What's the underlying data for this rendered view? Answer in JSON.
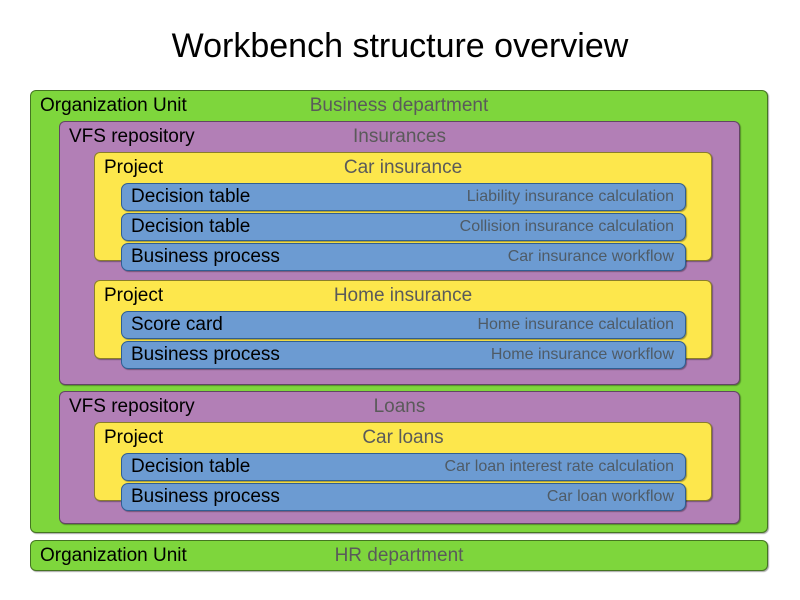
{
  "title": "Workbench structure overview",
  "colors": {
    "org_unit": "#7ed63c",
    "vfs_repository": "#b27fb6",
    "project": "#fde74c",
    "asset": "#6c9bd2",
    "background": "#ffffff",
    "title_text": "#000000",
    "name_text": "#5a5a5a"
  },
  "labels": {
    "org_unit": "Organization Unit",
    "vfs_repository": "VFS repository",
    "project": "Project",
    "decision_table": "Decision table",
    "business_process": "Business process",
    "score_card": "Score card"
  },
  "structure": {
    "business_department": {
      "type": "Organization Unit",
      "name": "Business department",
      "repositories": [
        {
          "type": "VFS repository",
          "name": "Insurances",
          "projects": [
            {
              "type": "Project",
              "name": "Car insurance",
              "assets": [
                {
                  "type": "Decision table",
                  "name": "Liability insurance calculation"
                },
                {
                  "type": "Decision table",
                  "name": "Collision insurance calculation"
                },
                {
                  "type": "Business process",
                  "name": "Car insurance workflow"
                }
              ]
            },
            {
              "type": "Project",
              "name": "Home insurance",
              "assets": [
                {
                  "type": "Score card",
                  "name": "Home insurance calculation"
                },
                {
                  "type": "Business process",
                  "name": "Home insurance workflow"
                }
              ]
            }
          ]
        },
        {
          "type": "VFS repository",
          "name": "Loans",
          "projects": [
            {
              "type": "Project",
              "name": "Car loans",
              "assets": [
                {
                  "type": "Decision table",
                  "name": "Car loan interest rate calculation"
                },
                {
                  "type": "Business process",
                  "name": "Car loan workflow"
                }
              ]
            }
          ]
        }
      ]
    },
    "hr_department": {
      "type": "Organization Unit",
      "name": "HR department"
    }
  }
}
